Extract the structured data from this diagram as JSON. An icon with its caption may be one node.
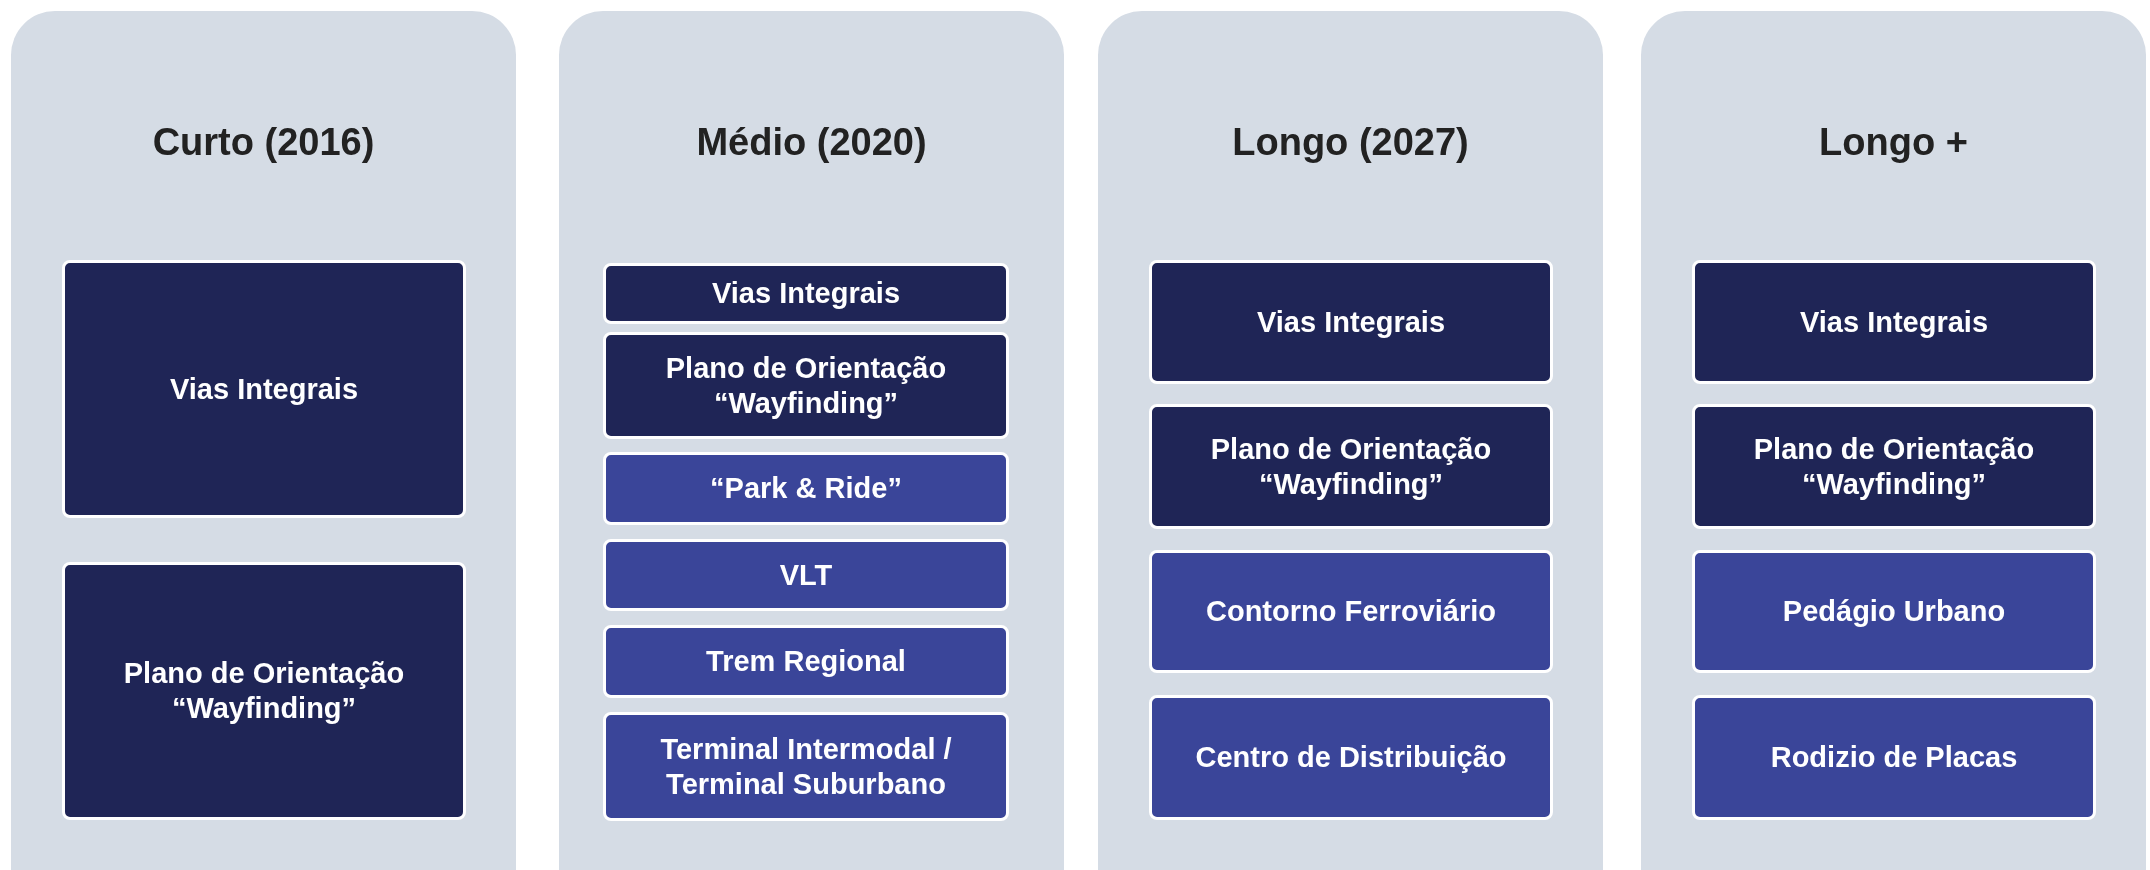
{
  "diagram": {
    "nodes": [
      {
        "text": [
          "Curto (2016)"
        ]
      },
      {
        "text": [
          "Vias Integrais"
        ],
        "in": 0
      },
      {
        "text": [
          "Plano de Orientação “Wayfinding”"
        ],
        "in": 0
      },
      {
        "text": [
          "Médio (2020)"
        ]
      },
      {
        "text": [
          "Vias Integrais"
        ],
        "in": 3
      },
      {
        "text": [
          "Plano de Orientação “Wayfinding”"
        ],
        "in": 3
      },
      {
        "text": [
          "“Park & Ride”"
        ],
        "in": 3
      },
      {
        "text": [
          "VLT"
        ],
        "in": 3
      },
      {
        "text": [
          "Trem Regional"
        ],
        "in": 3
      },
      {
        "text": [
          "Terminal Intermodal / Terminal Suburbano"
        ],
        "in": 3
      },
      {
        "text": [
          "Longo (2027)"
        ]
      },
      {
        "text": [
          "Vias Integrais"
        ],
        "in": 10
      },
      {
        "text": [
          "Plano de Orientação “Wayfinding”"
        ],
        "in": 10
      },
      {
        "text": [
          "Contorno Ferroviário"
        ],
        "in": 10
      },
      {
        "text": [
          "Centro de Distribuição"
        ],
        "in": 10
      },
      {
        "text": [
          "Longo +"
        ]
      },
      {
        "text": [
          "Vias Integrais"
        ],
        "in": 15
      },
      {
        "text": [
          "Plano de Orientação “Wayfinding”"
        ],
        "in": 15
      },
      {
        "text": [
          "Pedágio Urbano"
        ],
        "in": 15
      },
      {
        "text": [
          "Rodizio de Placas"
        ],
        "in": 15
      }
    ],
    "edges": []
  }
}
